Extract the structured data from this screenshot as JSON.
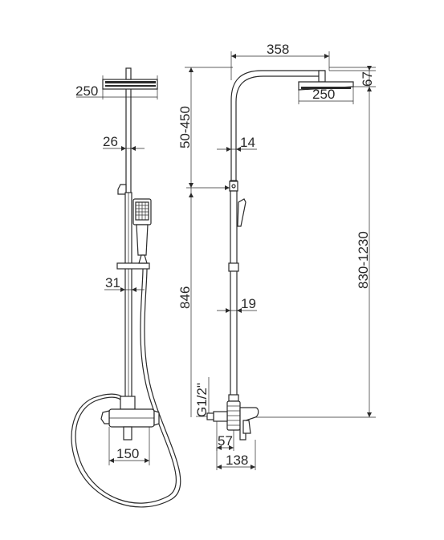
{
  "colors": {
    "line": "#2a2a2a",
    "background": "#ffffff"
  },
  "dimensions": {
    "left_view": {
      "head_width": "250",
      "pipe_diameter_upper": "26",
      "pipe_diameter_lower": "31",
      "valve_spacing": "150"
    },
    "right_view": {
      "arm_reach": "358",
      "head_thickness": "67",
      "head_width": "250",
      "adjust_range": "50-450",
      "pipe_diameter_upper": "14",
      "valve_to_holder": "846",
      "pipe_diameter_lower": "19",
      "total_height": "830-1230",
      "thread": "G1/2\"",
      "wall_offset": "57",
      "valve_depth": "138"
    }
  }
}
